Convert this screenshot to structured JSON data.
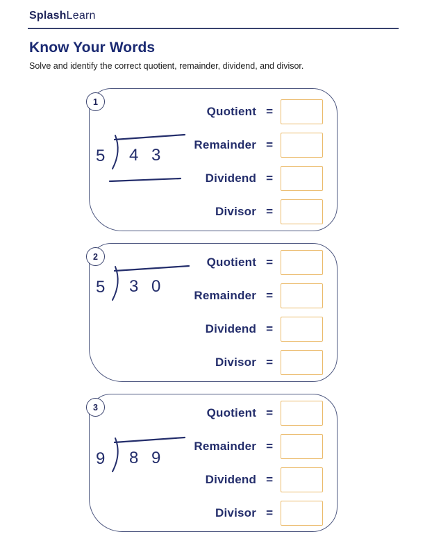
{
  "header": {
    "logo_bold": "Splash",
    "logo_light": "Learn",
    "title": "Know Your Words",
    "instruction": "Solve and identify the correct quotient, remainder, dividend, and divisor."
  },
  "labels": {
    "quotient": "Quotient",
    "remainder": "Remainder",
    "dividend": "Dividend",
    "divisor": "Divisor",
    "equals": "="
  },
  "problems": [
    {
      "number": "1",
      "divisor": "5",
      "dividend": "4 3",
      "line_visibility": "visible"
    },
    {
      "number": "2",
      "divisor": "5",
      "dividend": "3 0",
      "line_visibility": "hidden"
    },
    {
      "number": "3",
      "divisor": "9",
      "dividend": "8 9",
      "line_visibility": "hidden"
    }
  ],
  "answer_boxes": {
    "value": ""
  },
  "colors": {
    "navy_text": "#232d6b",
    "card_border": "#4e5880",
    "answer_box_border": "#ebba6a",
    "title_navy": "#1b2a72",
    "instruction_text": "#1f1f1f"
  }
}
